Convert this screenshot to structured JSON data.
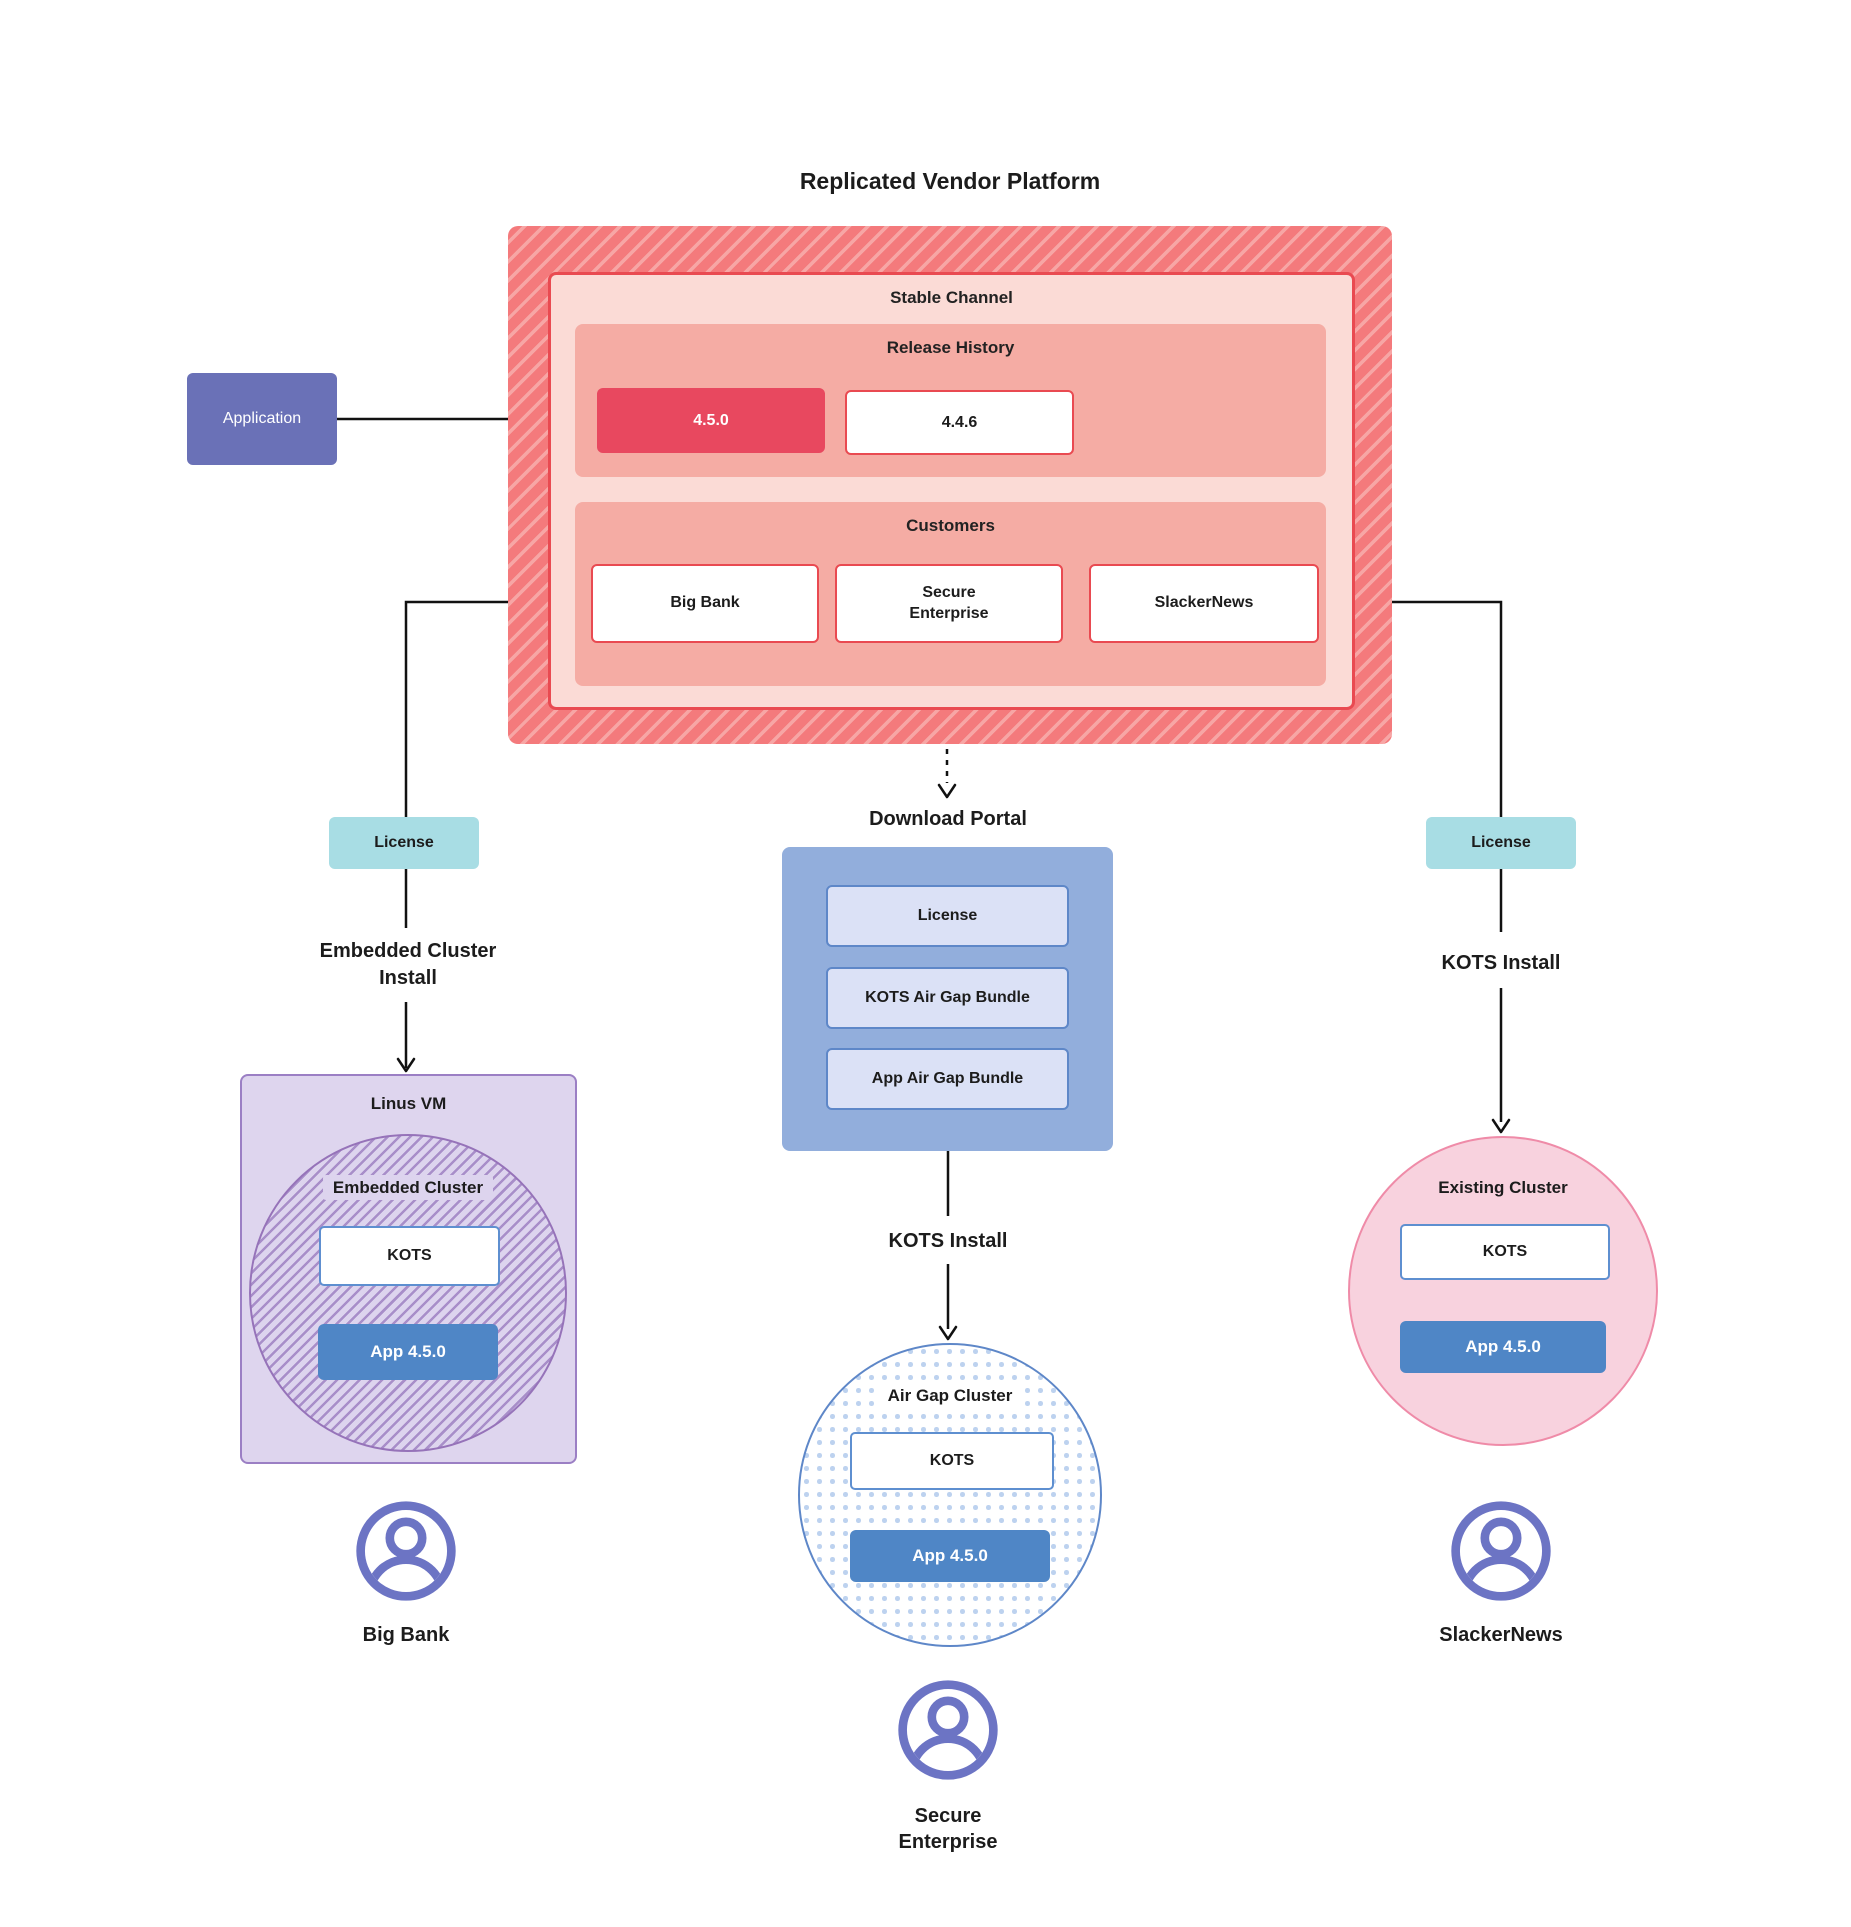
{
  "title": "Replicated Vendor Platform",
  "platform": {
    "stable_channel_label": "Stable Channel",
    "release_history_label": "Release History",
    "releases": [
      {
        "version": "4.5.0",
        "highlight": true
      },
      {
        "version": "4.4.6",
        "highlight": false
      }
    ],
    "customers_label": "Customers",
    "customers": [
      {
        "name": "Big Bank"
      },
      {
        "name": "Secure Enterprise"
      },
      {
        "name": "SlackerNews"
      }
    ]
  },
  "application_label": "Application",
  "left_flow": {
    "license_label": "License",
    "install_label": "Embedded Cluster Install",
    "vm_label": "Linus VM",
    "cluster_label": "Embedded Cluster",
    "kots_label": "KOTS",
    "app_label": "App 4.5.0",
    "customer_label": "Big Bank"
  },
  "middle_flow": {
    "portal_label": "Download Portal",
    "portal_items": [
      {
        "label": "License"
      },
      {
        "label": "KOTS Air Gap Bundle"
      },
      {
        "label": "App Air Gap Bundle"
      }
    ],
    "install_label": "KOTS Install",
    "cluster_label": "Air Gap Cluster",
    "kots_label": "KOTS",
    "app_label": "App 4.5.0",
    "customer_label": "Secure Enterprise"
  },
  "right_flow": {
    "license_label": "License",
    "install_label": "KOTS Install",
    "cluster_label": "Existing Cluster",
    "kots_label": "KOTS",
    "app_label": "App 4.5.0",
    "customer_label": "SlackerNews"
  },
  "colors": {
    "hatch_red_base": "#f47a7c",
    "hatch_red_stripe": "#f7a6a5",
    "stable_fill": "#fbdbd6",
    "red_border": "#e94a51",
    "salmon_panel": "#f5aca4",
    "release_highlight": "#e8485f",
    "application_purple": "#6a71b7",
    "license_teal": "#a8dde4",
    "vm_lavender": "#ded5ee",
    "purple_border": "#9b7fc4",
    "purple_hatch": "#a88ec9",
    "app_blue": "#4f86c6",
    "portal_blue": "#92aedc",
    "portal_item_fill": "#dbe1f6",
    "blue_border": "#5e87c8",
    "existing_pink_fill": "#f8d2de",
    "existing_pink_border": "#ef8ba8",
    "person_icon": "#6c74c4",
    "connector": "#111111"
  }
}
